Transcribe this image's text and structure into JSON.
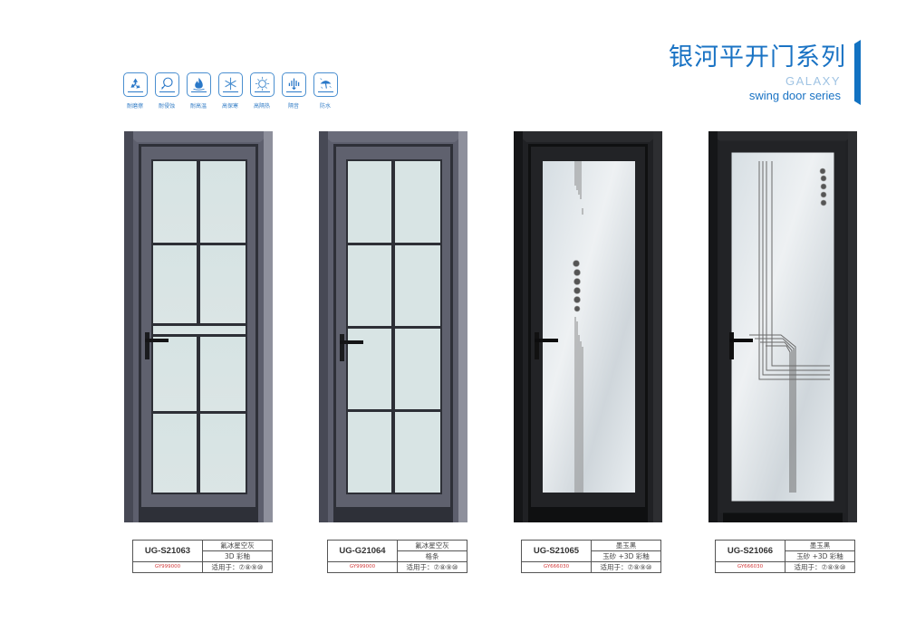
{
  "header": {
    "title_cn": "银河平开门系列",
    "title_en": "GALAXY",
    "subtitle": "swing door series",
    "accent_color": "#1a73c4"
  },
  "features": [
    {
      "icon": "recycle-icon",
      "label": "耐磨擦"
    },
    {
      "icon": "corrosion-icon",
      "label": "耐侵蚀"
    },
    {
      "icon": "flame-icon",
      "label": "耐高温"
    },
    {
      "icon": "snowflake-icon",
      "label": "高保寒"
    },
    {
      "icon": "sun-icon",
      "label": "高隔热"
    },
    {
      "icon": "sound-insulation-icon",
      "label": "隔音"
    },
    {
      "icon": "umbrella-icon",
      "label": "防水"
    }
  ],
  "doors": [
    {
      "model": "UG-S21063",
      "color_name": "氟冰星空灰",
      "glass": "3D 彩釉",
      "color_code": "GY999000",
      "applicable": "适用于：⑦⑧⑨⑩",
      "frame_color": "#5d5f6d",
      "style": "grid-with-band"
    },
    {
      "model": "UG-G21064",
      "color_name": "氟冰星空灰",
      "glass": "格条",
      "color_code": "GY999000",
      "applicable": "适用于：⑦⑧⑨⑩",
      "frame_color": "#5d5f6d",
      "style": "grid-8"
    },
    {
      "model": "UG-S21065",
      "color_name": "墨玉黑",
      "glass": "玉砂 +3D 彩釉",
      "color_code": "GY666030",
      "applicable": "适用于：⑦⑧⑨⑩",
      "frame_color": "#1e1f21",
      "style": "vertical-lines-dots"
    },
    {
      "model": "UG-S21066",
      "color_name": "墨玉黑",
      "glass": "玉砂 +3D 彩釉",
      "color_code": "GY666030",
      "applicable": "适用于：⑦⑧⑨⑩",
      "frame_color": "#1e1f21",
      "style": "stepped-lines-dots"
    }
  ]
}
